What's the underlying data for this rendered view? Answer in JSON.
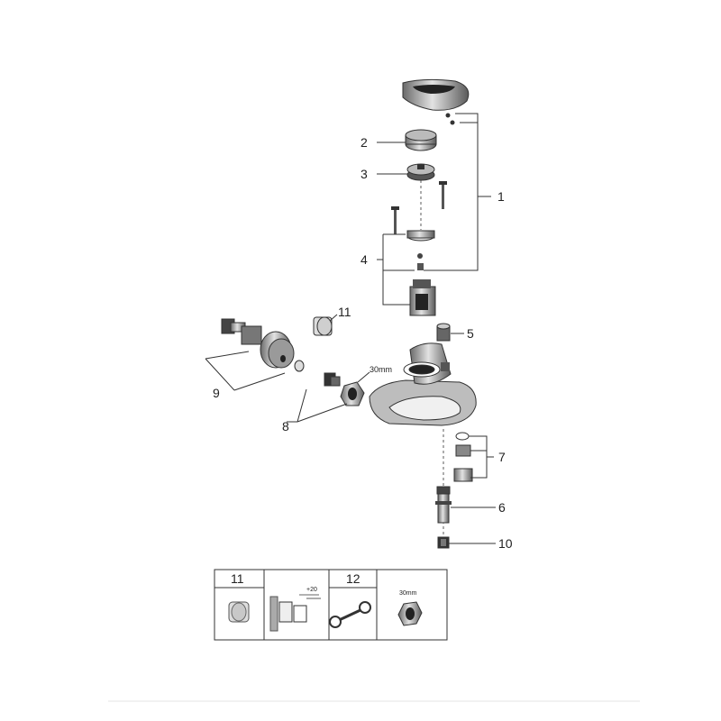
{
  "callouts": [
    "1",
    "2",
    "3",
    "4",
    "5",
    "6",
    "7",
    "8",
    "9",
    "10",
    "11"
  ],
  "wrench_size_label": "30mm",
  "table": {
    "cells": [
      {
        "number": "11",
        "icon": "extension-cap-icon"
      },
      {
        "number": "",
        "icon": "offset-extension-icon",
        "dimension": "+20"
      },
      {
        "number": "12",
        "icon": "wrench-icon"
      },
      {
        "number": "",
        "icon": "nut-icon",
        "size": "30mm"
      }
    ]
  },
  "colors": {
    "line": "#333333",
    "dark_part": "#3a3a3a",
    "mid_part": "#9a9a9a",
    "light_part": "#d8d8d8"
  }
}
